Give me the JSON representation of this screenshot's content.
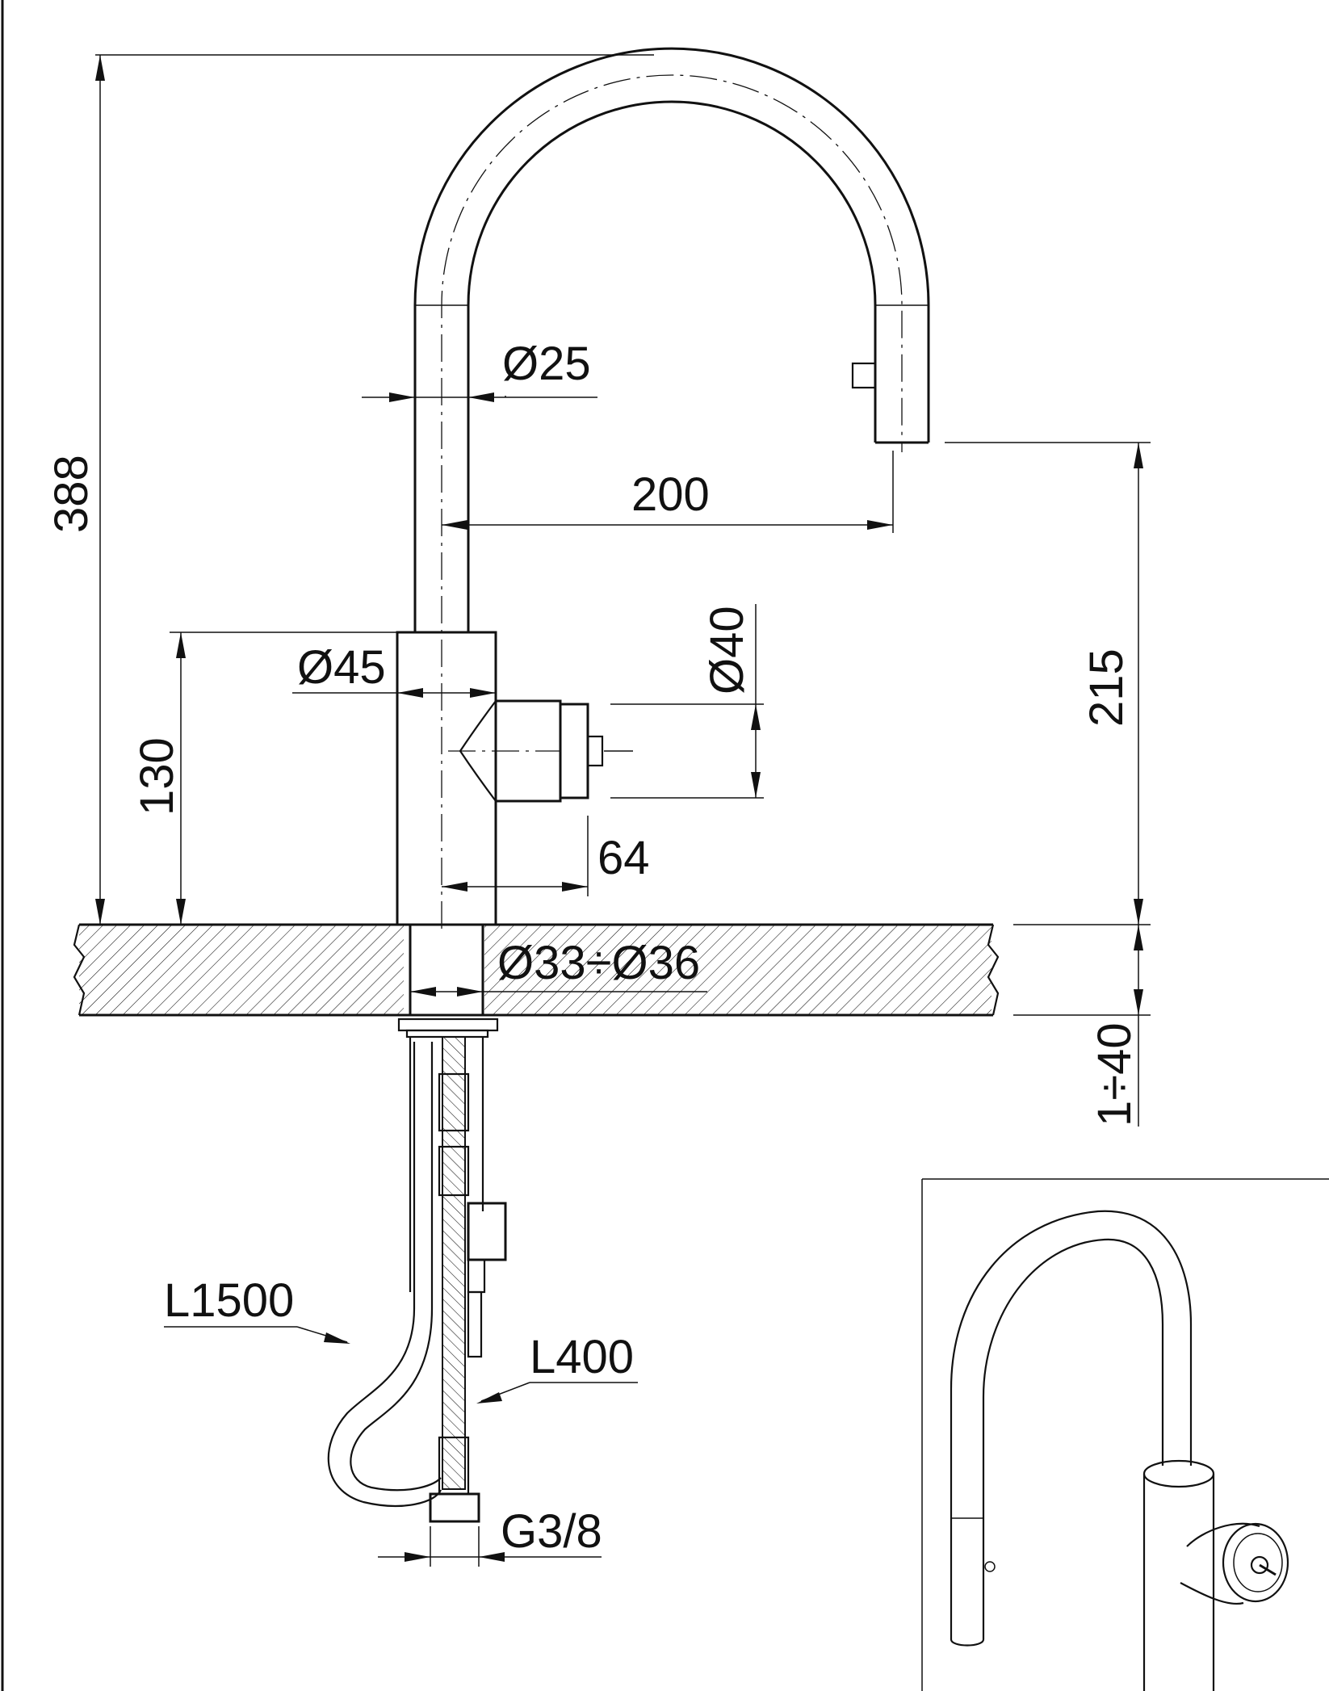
{
  "dimensions": {
    "height_total": "388",
    "spout_diameter": "Ø25",
    "reach": "200",
    "spout_height": "215",
    "body_diameter": "Ø45",
    "handle_diameter": "Ø40",
    "body_height": "130",
    "handle_depth": "64",
    "mount_hole": "Ø33÷Ø36",
    "counter_thickness": "1÷40",
    "pullout_hose": "L1500",
    "supply_hose": "L400",
    "connection": "G3/8"
  }
}
